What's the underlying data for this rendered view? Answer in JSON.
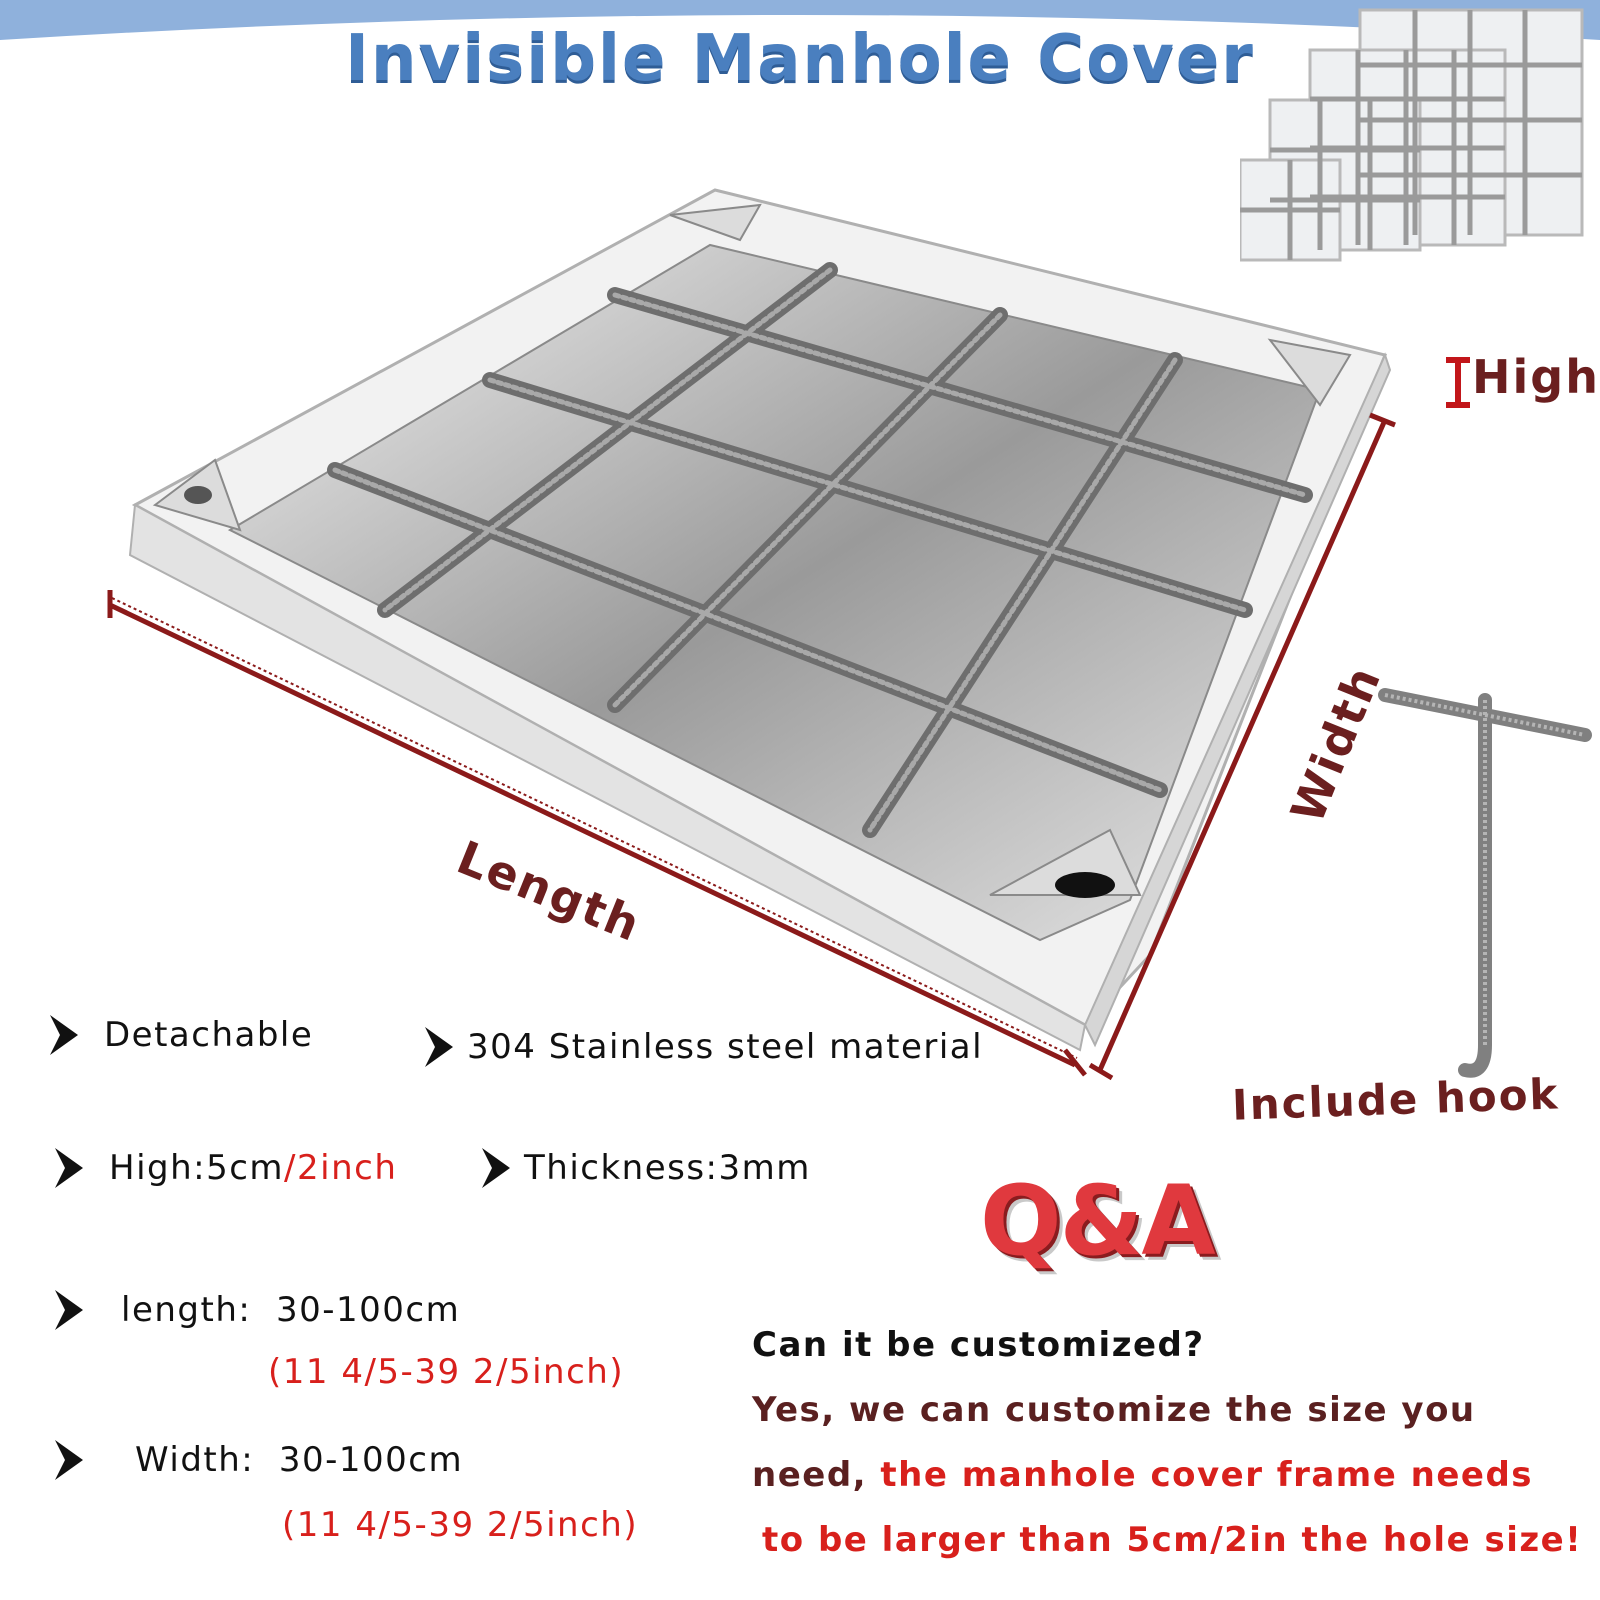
{
  "title": "Invisible Manhole Cover",
  "labels": {
    "high": "High",
    "length": "Length",
    "width": "Width",
    "hook": "Include hook"
  },
  "features": {
    "detachable": "Detachable",
    "material": "304 Stainless steel material",
    "high_prefix": "High:5cm",
    "high_suffix": "/2inch",
    "thickness": "Thickness:3mm",
    "length": "length:  30-100cm",
    "length_inch": "(11 4/5-39 2/5inch)",
    "width": "Width:  30-100cm",
    "width_inch": "(11 4/5-39 2/5inch)"
  },
  "qa": {
    "logo": "Q&A",
    "question": "Can it be customized?",
    "answer_line1": "Yes, we can customize the size you",
    "answer_line2_dark": "need,",
    "answer_line2_red": " the manhole cover frame needs",
    "answer_line3": "to be larger than 5cm/2in the hole size!"
  },
  "colors": {
    "title": "#4a7fbf",
    "dimension_line": "#8b1a1a",
    "accent_red": "#d8201c",
    "header_band": "#8fb1dc"
  }
}
